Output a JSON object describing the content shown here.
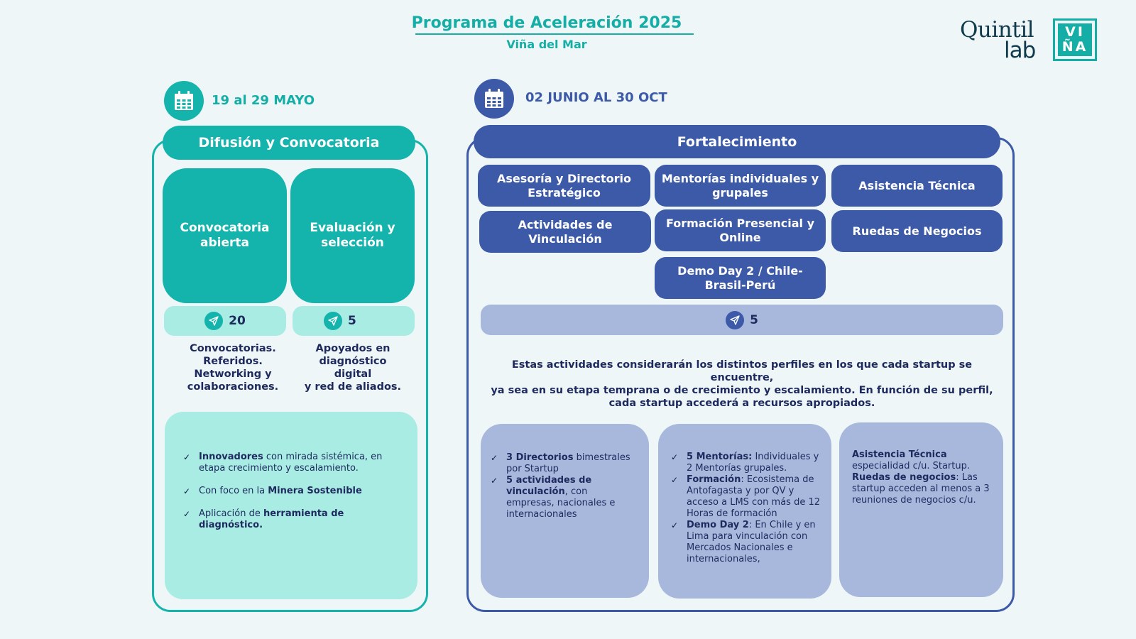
{
  "header": {
    "title": "Programa de Aceleración 2025",
    "subtitle": "Viña del Mar"
  },
  "logo": {
    "word1": "Quintil",
    "word2": "lab",
    "badge_line1": "VI",
    "badge_line2": "ÑA"
  },
  "colors": {
    "teal": "#14b3ac",
    "teal_light": "#a8ece4",
    "navy": "#3d5aa8",
    "periwinkle": "#a7b8dc",
    "text_dark": "#1e2a5e"
  },
  "icons": {
    "calendar": "calendar-icon",
    "plane": "paper-plane-icon"
  },
  "phase1": {
    "date": "19 al 29 MAYO",
    "title": "Difusión y Convocatoria",
    "tiles": [
      {
        "label": "Convocatoria abierta",
        "count": "20",
        "caption": [
          "Convocatorias.",
          "Referidos.",
          "Networking y",
          "colaboraciones."
        ]
      },
      {
        "label": "Evaluación y selección",
        "count": "5",
        "caption": [
          "Apoyados en",
          "diagnóstico",
          "digital",
          "y red de aliados."
        ]
      }
    ],
    "bullets": [
      {
        "bold": "Innovadores",
        "text": " con mirada sistémica, en etapa crecimiento y escalamiento."
      },
      {
        "pre": "Con foco en la ",
        "bold": "Minera Sostenible"
      },
      {
        "pre": "Aplicación de ",
        "bold": "herramienta de diagnóstico."
      }
    ]
  },
  "phase2": {
    "date": "02 JUNIO AL 30 OCT",
    "title": "Fortalecimiento",
    "activities": [
      "Asesoría y Directorio Estratégico",
      "Mentorías individuales y grupales",
      "Asistencia Técnica",
      "Actividades de Vinculación",
      "Formación Presencial y Online",
      "Ruedas de Negocios",
      "Demo Day 2 / Chile-Brasil-Perú"
    ],
    "count": "5",
    "description": [
      "Estas actividades considerarán los distintos perfiles en los que cada startup se encuentre,",
      "ya sea en su etapa temprana o de crecimiento y escalamiento. En función de su perfil,",
      "cada startup accederá a recursos apropiados."
    ],
    "card1": [
      {
        "bold": "3 Directorios",
        "text": " bimestrales por Startup"
      },
      {
        "bold": "5 actividades de vinculación",
        "text": ", con empresas, nacionales e internacionales"
      }
    ],
    "card2": [
      {
        "bold": "5 Mentorías:",
        "text": " Individuales y 2 Mentorías grupales."
      },
      {
        "bold": "Formación",
        "text": ": Ecosistema de Antofagasta y por QV y acceso a LMS con más de 12 Horas de formación"
      },
      {
        "bold": "Demo Day 2",
        "text": ":  En Chile y en Lima para vinculación con Mercados Nacionales e internacionales,"
      }
    ],
    "card3": [
      {
        "bold": "Asistencia Técnica",
        "text": "especialidad c/u. Startup."
      },
      {
        "bold": "Ruedas de negocios",
        "text": ": Las startup acceden al menos a 3 reuniones de negocios c/u."
      }
    ]
  }
}
